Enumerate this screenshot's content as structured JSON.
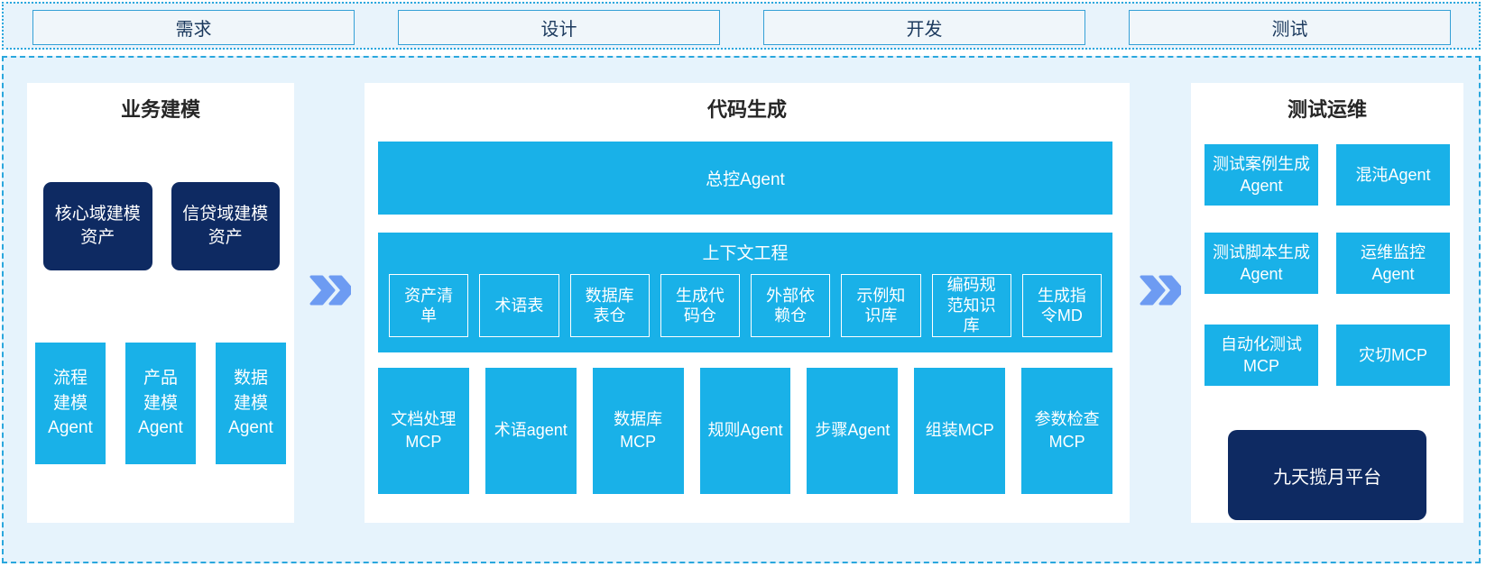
{
  "phases": {
    "items": [
      {
        "label": "需求"
      },
      {
        "label": "设计"
      },
      {
        "label": "开发"
      },
      {
        "label": "测试"
      }
    ]
  },
  "panels": {
    "business_modeling": {
      "title": "业务建模",
      "dark_boxes": [
        "核心域建模资产",
        "信贷域建模资产"
      ],
      "agent_boxes": [
        "流程建模Agent",
        "产品建模Agent",
        "数据建模Agent"
      ]
    },
    "code_generation": {
      "title": "代码生成",
      "master_agent": "总控Agent",
      "context_engineering": {
        "title": "上下文工程",
        "items": [
          "资产清单",
          "术语表",
          "数据库表仓",
          "生成代码仓",
          "外部依赖仓",
          "示例知识库",
          "编码规范知识库",
          "生成指令MD"
        ]
      },
      "mcp_row": [
        "文档处理MCP",
        "术语agent",
        "数据库MCP",
        "规则Agent",
        "步骤Agent",
        "组装MCP",
        "参数检查MCP"
      ]
    },
    "test_ops": {
      "title": "测试运维",
      "agent_boxes": [
        "测试案例生成Agent",
        "混沌Agent",
        "测试脚本生成Agent",
        "运维监控Agent",
        "自动化测试MCP",
        "灾切MCP"
      ],
      "platform": "九天揽月平台"
    }
  },
  "colors": {
    "cyan": "#19b1e8",
    "navy": "#0e2a62",
    "container_bg": "#e6f3fc",
    "dashed_border": "#2aa7dd",
    "arrow": "#6d9bf2"
  }
}
